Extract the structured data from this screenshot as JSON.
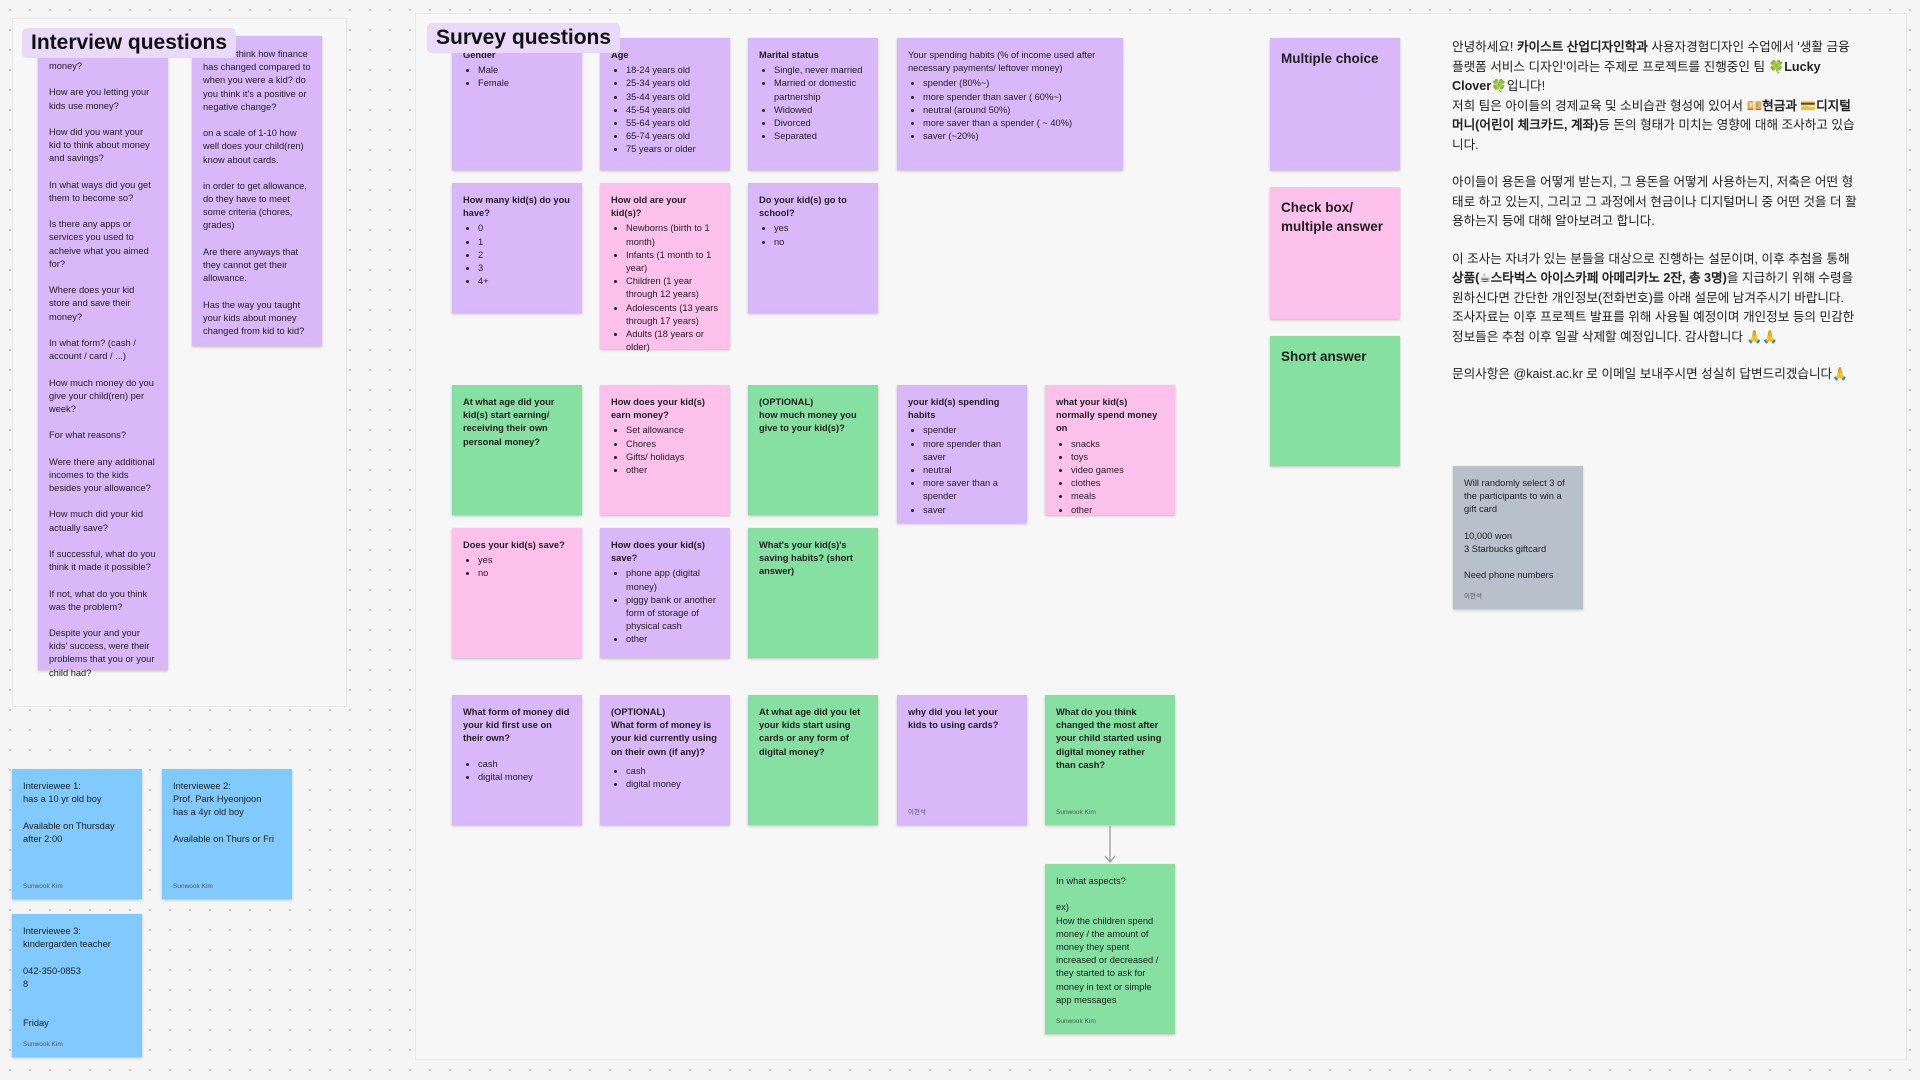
{
  "interview": {
    "title": "Interview questions",
    "note1": "money?\n\nHow are you letting your kids use money?\n\nHow did you want your kid to think about money and savings?\n\nIn what ways did you get them to become so?\n\nIs there any apps or services you used to acheive what you aimed for?\n\nWhere does your kid store and save their money?\n\nIn what form? (cash / account / card  / ...)\n\nHow much money do you give your child(ren) per week?\n\nFor what reasons?\n\nWere there any additional incomes to the kids besides your allowance?\n\nHow much did your kid actually save?\n\nIf successful, what do you think it made it possible?\n\nIf not, what do you think was the problem?\n\nDespite your and your kids' success, were their problems that you or your child had?",
    "note2": "think how finance has changed compared to when you were a kid? do you think it's a positive or negative change?\n\non a scale of 1-10 how well does your child(ren) know about cards.\n\nin order to get allowance, do they have to meet some criteria (chores, grades)\n\nAre there anyways that they cannot get their allowance.\n\nHas the way you taught your kids about money changed from kid to kid?"
  },
  "interviewees": [
    {
      "text": "Interviewee 1:\nhas a 10 yr old boy\n\nAvailable on Thursday after 2:00",
      "author": "Sunwook Kim"
    },
    {
      "text": "Interviewee 2:\nProf. Park Hyeonjoon\nhas a 4yr old boy\n\nAvailable on Thurs or Fri",
      "author": "Sunwook Kim"
    },
    {
      "text": "Interviewee 3:\nkindergarden teacher\n\n042-350-0853\n8\n\n\nFriday",
      "author": "Sunwook Kim"
    }
  ],
  "survey": {
    "title": "Survey questions",
    "gender": {
      "q": "Gender",
      "items": [
        "Male",
        "Female"
      ]
    },
    "age": {
      "q": "Age",
      "items": [
        "18-24 years old",
        "25-34 years old",
        "35-44 years old",
        "45-54 years old",
        "55-64 years old",
        "65-74 years old",
        "75 years or older"
      ]
    },
    "marital": {
      "q": "Marital status",
      "items": [
        "Single, never married",
        "Married or domestic partnership",
        "Widowed",
        "Divorced",
        "Separated"
      ]
    },
    "spending_habits": {
      "q": "Your spending habits (% of income used after necessary payments/ leftover money)",
      "items": [
        "spender (80%~)",
        "more spender than saver ( 60%~)",
        "neutral (around 50%)",
        "more saver than a spender ( ~ 40%)",
        "saver (~20%)"
      ]
    },
    "kids_count": {
      "q": "How many kid(s) do you have?",
      "items": [
        "0",
        "1",
        "2",
        "3",
        "4+"
      ]
    },
    "kids_age": {
      "q": "How old are your kid(s)?",
      "items": [
        "Newborns (birth to 1 month)",
        "Infants (1 month to 1 year)",
        "Children (1 year through 12 years)",
        "Adolescents (13 years through 17 years)",
        "Adults (18 years or older)"
      ]
    },
    "school": {
      "q": "Do your kid(s) go to school?",
      "items": [
        "yes",
        "no"
      ]
    },
    "start_earning": {
      "q": "At what age did your kid(s) start earning/ receiving their own personal money?"
    },
    "how_earn": {
      "q": "How does your kid(s) earn money?",
      "items": [
        "Set allowance",
        "Chores",
        "Gifts/ holidays",
        "other"
      ]
    },
    "optional_give": {
      "q": "(OPTIONAL)\nhow much money you give to your kid(s)?"
    },
    "kid_spending": {
      "q": "your kid(s) spending habits",
      "items": [
        "spender",
        "more spender than saver",
        "neutral",
        "more saver than a spender",
        "saver"
      ]
    },
    "spend_on": {
      "q": "what your kid(s) normally spend money on",
      "items": [
        "snacks",
        "toys",
        "video games",
        "clothes",
        "meals",
        "other"
      ]
    },
    "does_save": {
      "q": "Does your kid(s) save?",
      "items": [
        "yes",
        "no"
      ]
    },
    "how_save": {
      "q": "How does your kid(s) save?",
      "items": [
        "phone app (digital money)",
        "piggy bank or another form of storage of physical cash",
        "other"
      ]
    },
    "saving_habits": {
      "q": "What's your kid(s)'s saving habits? (short answer)"
    },
    "first_form": {
      "q": "What form of money did your kid first use on their own?",
      "items": [
        "cash",
        "digital money"
      ]
    },
    "current_form": {
      "q": "(OPTIONAL)\nWhat form of money is your kid currently using on their own (if any)?",
      "items": [
        "cash",
        "digital money"
      ]
    },
    "cards_age": {
      "q": "At what age did you let your kids start using cards or any form of digital money?"
    },
    "why_cards": {
      "q": "why did you let your kids to using cards?",
      "author": "이현석"
    },
    "changed_most": {
      "q": "What do you think changed the most after your child started using digital money rather than cash?",
      "author": "Sunwook Kim"
    },
    "aspects": {
      "text": "In what aspects?\n\nex)\nHow the children spend money / the amount of money they spent increased or decreased / they started to ask for money in text or simple app messages",
      "author": "Sunwook Kim"
    }
  },
  "legend": {
    "multiple_choice": "Multiple choice",
    "checkbox": "Check box/ multiple answer",
    "short_answer": "Short answer"
  },
  "gift_note": {
    "text": "Will randomly select 3 of the participants to win a gift card\n\n10,000 won\n3 Starbucks giftcard\n\nNeed phone numbers",
    "author": "이현석"
  },
  "intro": {
    "p1_a": "안녕하세요! ",
    "p1_b": "카이스트 산업디자인학과",
    "p1_c": " 사용자경험디자인 수업에서 '생활 금융 플랫폼 서비스 디자인'이라는 주제로 프로젝트를 진행중인 팀 🍀",
    "p1_d": "Lucky Clover",
    "p1_e": "🍀입니다!",
    "p2_a": "저희 팀은 아이들의 경제교육 및 소비습관 형성에 있어서 💴",
    "p2_b": "현금과 💳디지털머니(어린이 체크카드, 계좌)",
    "p2_c": "등 돈의 형태가 미치는 영향에 대해 조사하고 있습니다.",
    "p3": "아이들이 용돈을 어떻게 받는지, 그 용돈을 어떻게 사용하는지, 저축은 어떤 형태로 하고 있는지, 그리고 그 과정에서 현금이나 디지털머니 중 어떤 것을 더 활용하는지 등에 대해 알아보려고 합니다.",
    "p4_a": "이 조사는 자녀가 있는 분들을 대상으로 진행하는 설문이며, 이후 추첨을 통해 ",
    "p4_b": "상품(☕스타벅스 아이스카페 아메리카노 2잔, 총 3명)",
    "p4_c": "을 지급하기 위해 수령을 원하신다면 간단한 개인정보(전화번호)를 아래 설문에 남겨주시기 바랍니다.",
    "p5": "조사자료는 이후 프로젝트 발표를 위해 사용될 예정이며 개인정보 등의 민감한 정보들은 추첨 이후 일괄 삭제할 예정입니다. 감사합니다 🙏🙏",
    "p6_a": "문의사항은 ",
    "p6_b": "@kaist.ac.kr",
    "p6_c": " 로 이메일 보내주시면 성실히 답변드리겠습니다🙏"
  },
  "colors": {
    "purple": "#d9b8f9",
    "pink": "#fec1ec",
    "green": "#86e0a2",
    "blue": "#80caff",
    "gray": "#b8c0cc"
  }
}
